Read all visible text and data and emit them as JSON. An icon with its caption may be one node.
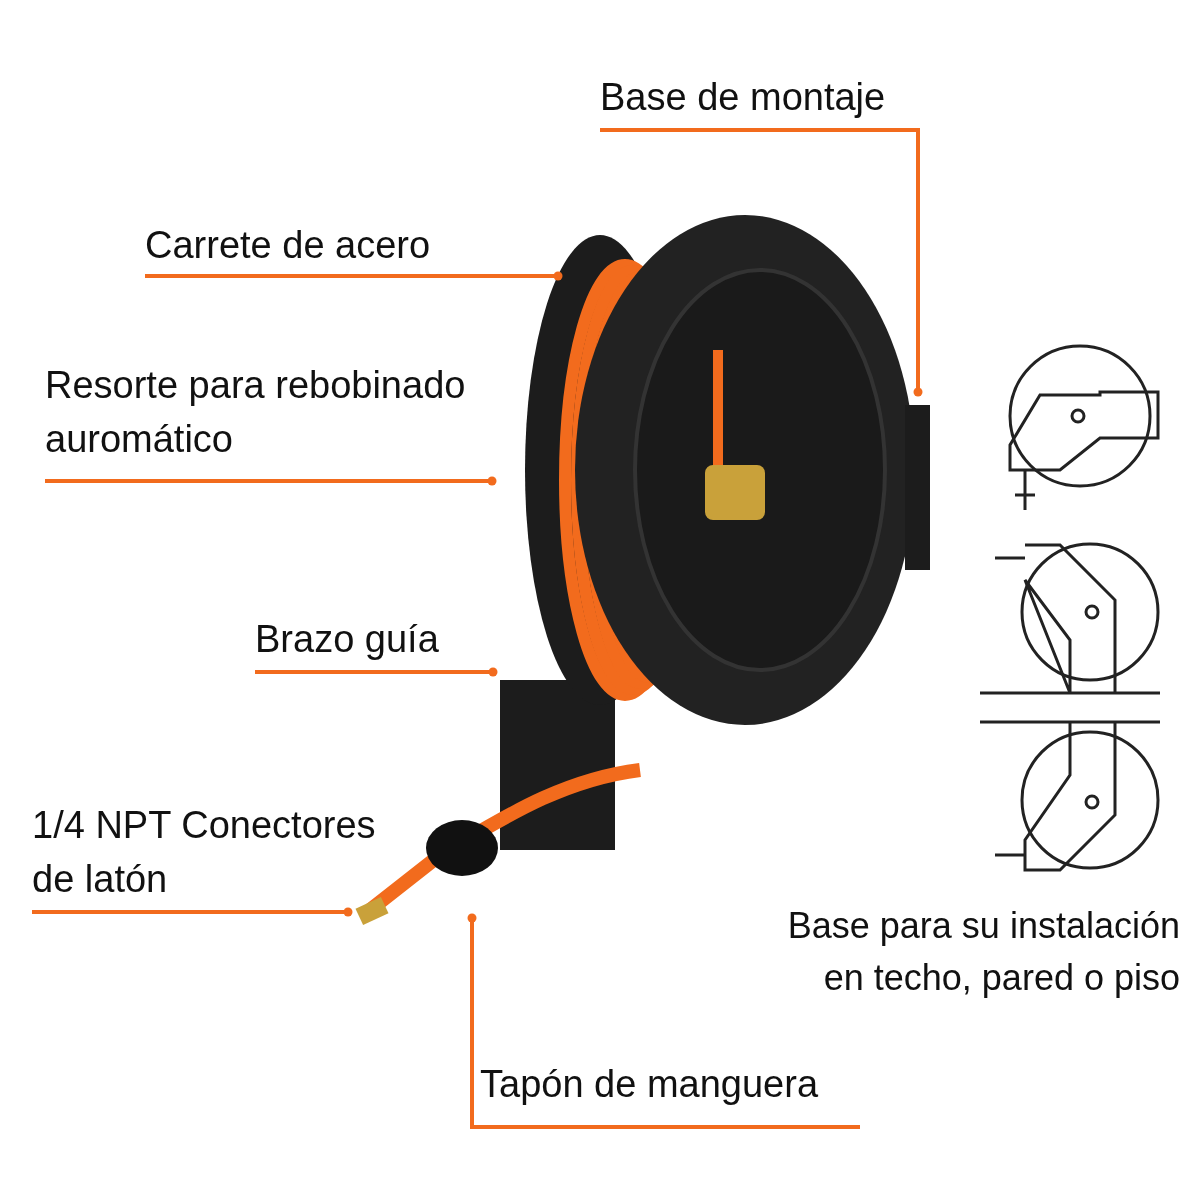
{
  "diagram": {
    "nodes": [
      {
        "text": [
          "Base de montaje"
        ]
      },
      {
        "text": [
          "Carrete de acero"
        ]
      },
      {
        "text": [
          "Resorte para rebobinado auromático"
        ]
      },
      {
        "text": [
          "Brazo guía"
        ]
      },
      {
        "text": [
          "1/4 NPT Conectores de latón"
        ]
      },
      {
        "text": [
          "Tapón de manguera"
        ]
      }
    ],
    "edges": [
      {
        "from": 0,
        "to": null,
        "arrow": "other"
      },
      {
        "from": 1,
        "to": null,
        "arrow": "other"
      },
      {
        "from": 2,
        "to": null,
        "arrow": "other"
      },
      {
        "from": 3,
        "to": null,
        "arrow": "other"
      },
      {
        "from": 4,
        "to": null,
        "arrow": "other"
      },
      {
        "from": 5,
        "to": null,
        "arrow": "other"
      }
    ],
    "labels": [
      "Base para su instalación en techo, pared o piso"
    ]
  }
}
